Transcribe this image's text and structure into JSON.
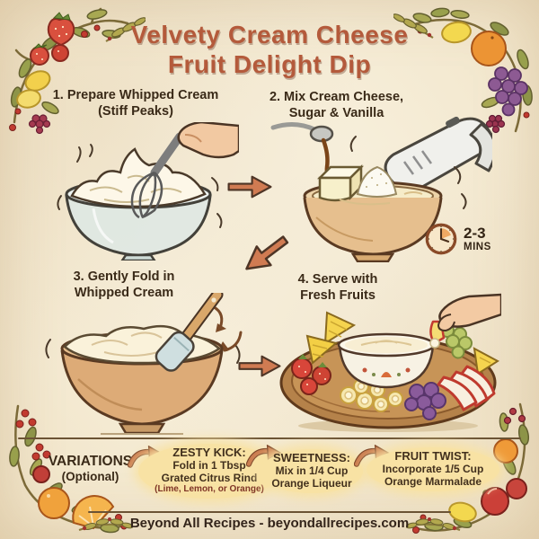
{
  "colors": {
    "background": "#f4e9d2",
    "title_text": "#b45a3b",
    "body_text": "#3a2a18",
    "arrow": "#d07b52",
    "highlight_oval": "#f8e2a4",
    "divider": "#6b5334",
    "accent_maroon": "#7e3426"
  },
  "title": {
    "line1": "Velvety Cream Cheese",
    "line2": "Fruit Delight Dip"
  },
  "steps": {
    "step1": {
      "line1": "1. Prepare Whipped Cream",
      "line2": "(Stiff Peaks)"
    },
    "step2": {
      "line1": "2. Mix Cream Cheese,",
      "line2": "Sugar & Vanilla"
    },
    "step3": {
      "line1": "3. Gently Fold in",
      "line2": "Whipped Cream"
    },
    "step4": {
      "line1": "4. Serve with",
      "line2": "Fresh Fruits"
    }
  },
  "timer": {
    "duration": "2-3",
    "unit": "MINS"
  },
  "variations": {
    "heading_line1": "VARIATIONS",
    "heading_line2": "(Optional)",
    "items": [
      {
        "title": "ZESTY KICK:",
        "line1": "Fold in 1 Tbsp",
        "line2": "Grated Citrus Rind",
        "line3": "(Lime, Lemon, or Orange)"
      },
      {
        "title": "SWEETNESS:",
        "line1": "Mix in 1/4 Cup",
        "line2": "Orange Liqueur"
      },
      {
        "title": "FRUIT TWIST:",
        "line1": "Incorporate 1/5 Cup",
        "line2": "Orange Marmalade"
      }
    ]
  },
  "footer": {
    "text": "Beyond All Recipes - beyondallrecipes.com"
  }
}
